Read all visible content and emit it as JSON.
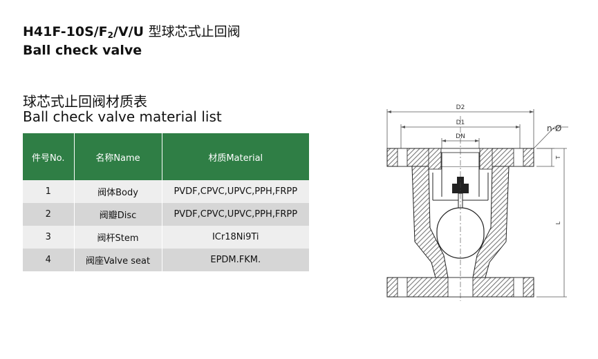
{
  "header": {
    "model_prefix": "H41F-10S/F",
    "model_sub": "2",
    "model_suffix": "/V/U ",
    "model_cn": "型球芯式止回阀",
    "title_en": "Ball check valve"
  },
  "material_section": {
    "title_cn": "球芯式止回阀材质表",
    "title_en": "Ball check valve material list"
  },
  "table": {
    "headers": [
      "件号No.",
      "名称Name",
      "材质Material"
    ],
    "rows": [
      [
        "1",
        "阀体Body",
        "PVDF,CPVC,UPVC,PPH,FRPP"
      ],
      [
        "2",
        "阀瓣Disc",
        "PVDF,CPVC,UPVC,PPH,FRPP"
      ],
      [
        "3",
        "阀杆Stem",
        "ICr18Ni9Ti"
      ],
      [
        "4",
        "阀座Valve seat",
        "EPDM.FKM."
      ]
    ]
  },
  "drawing": {
    "labels": {
      "d2": "D2",
      "d1": "D1",
      "dn": "DN",
      "n_phi": "n-Ø",
      "t": "T",
      "l": "L"
    }
  },
  "colors": {
    "table_header": "#2f7e45",
    "row_light": "#eeeeee",
    "row_dark": "#d6d6d6"
  }
}
